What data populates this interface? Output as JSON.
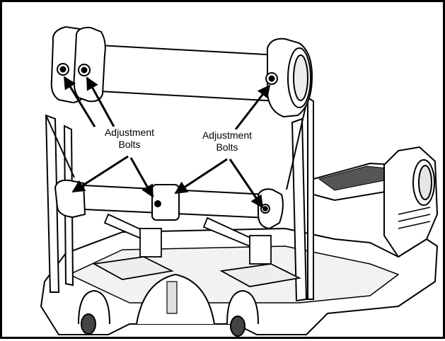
{
  "callouts": [
    {
      "line1": "Adjustment",
      "line2": "Bolts"
    },
    {
      "line1": "Adjustment",
      "line2": "Bolts"
    }
  ],
  "colors": {
    "ink": "#000000",
    "paper": "#ffffff",
    "shade": "#d9d9d9",
    "dark": "#8c8c8c"
  },
  "icons": [
    "roller-icon",
    "bolt-icon",
    "arrow-icon",
    "caster-wheel-icon",
    "foot-pedal-icon"
  ]
}
